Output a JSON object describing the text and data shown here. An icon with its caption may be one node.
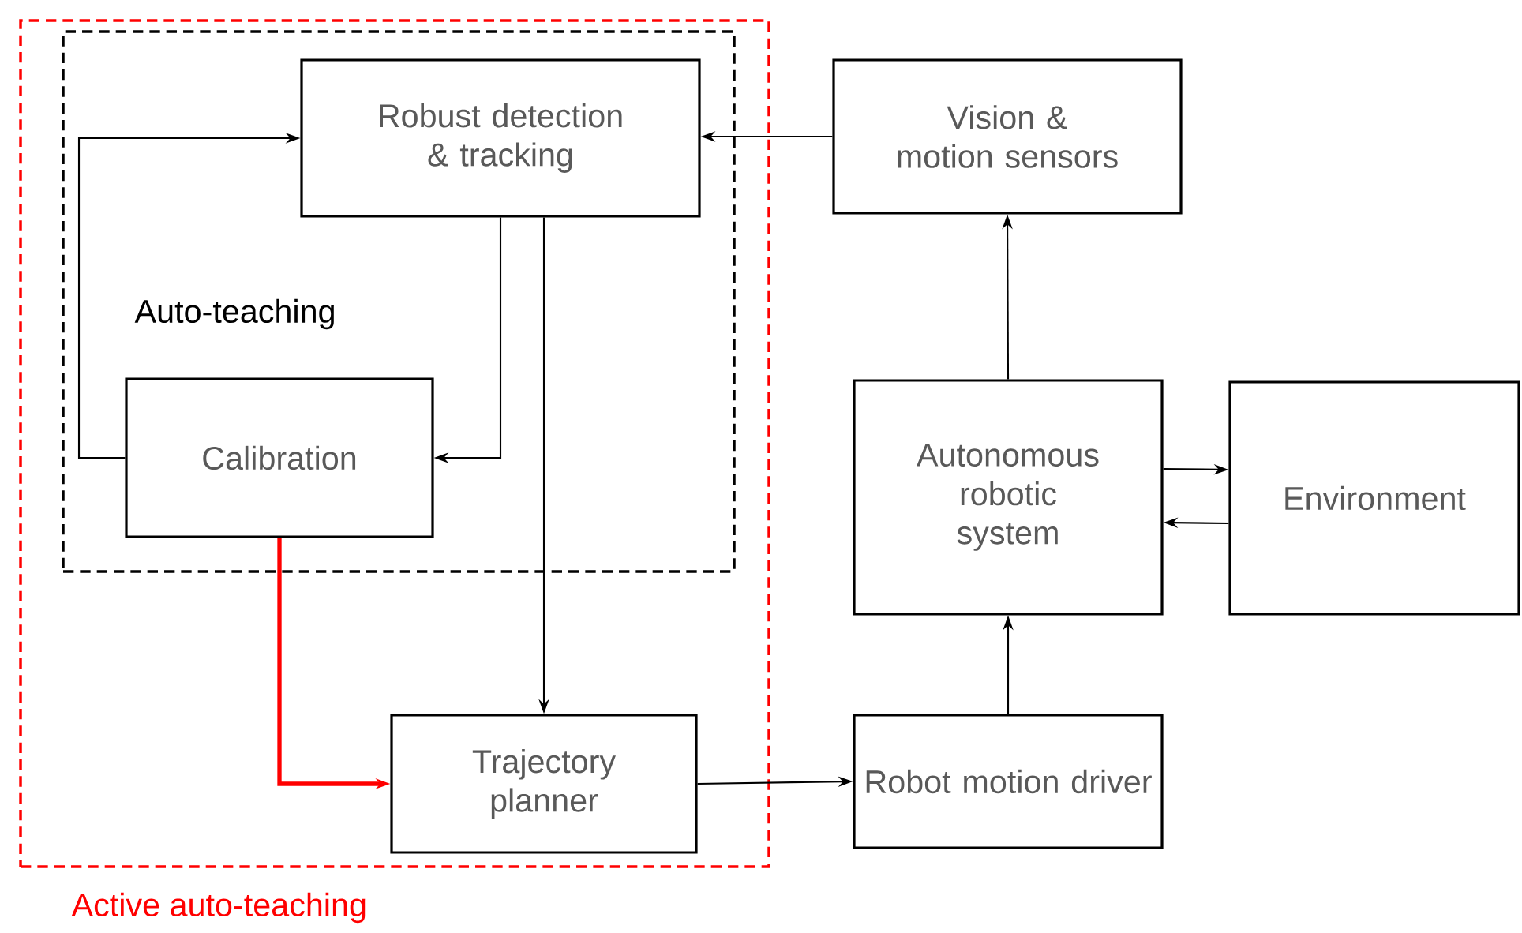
{
  "diagram": {
    "nodes": [
      {
        "text": [
          "Active auto-teaching"
        ]
      },
      {
        "text": [
          "Auto-teaching"
        ],
        "in": 0
      },
      {
        "text": [
          "Robust detection & tracking"
        ],
        "in": 1
      },
      {
        "text": [
          "Calibration"
        ],
        "in": 1
      },
      {
        "text": [
          "Trajectory planner"
        ],
        "in": 0
      },
      {
        "text": [
          "Vision & motion sensors"
        ]
      },
      {
        "text": [
          "Autonomous robotic system"
        ]
      },
      {
        "text": [
          "Environment"
        ]
      },
      {
        "text": [
          "Robot motion driver"
        ]
      }
    ],
    "edges": [
      {
        "from": 5,
        "to": 2,
        "arrow": "to"
      },
      {
        "from": 2,
        "to": 3,
        "arrow": "to"
      },
      {
        "from": 3,
        "to": 2,
        "arrow": "to"
      },
      {
        "from": 2,
        "to": 4,
        "arrow": "to"
      },
      {
        "from": 3,
        "to": 4,
        "arrow": "to",
        "style": "thick",
        "color": "#ff0000"
      },
      {
        "from": 4,
        "to": 8,
        "arrow": "to"
      },
      {
        "from": 8,
        "to": 6,
        "arrow": "to"
      },
      {
        "from": 6,
        "to": 5,
        "arrow": "to"
      },
      {
        "from": 6,
        "to": 7,
        "arrow": "to"
      },
      {
        "from": 7,
        "to": 6,
        "arrow": "to"
      }
    ]
  }
}
